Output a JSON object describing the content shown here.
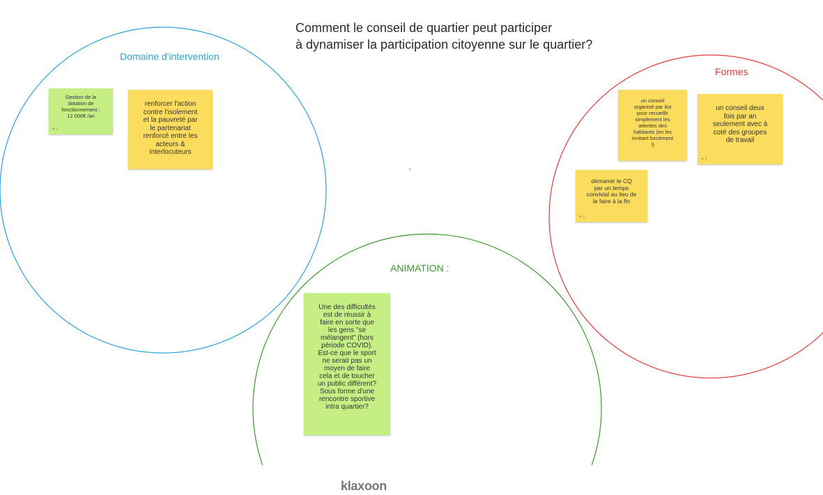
{
  "board": {
    "question_line1": "Comment le conseil de quartier peut participer",
    "question_line2": "à dynamiser la participation citoyenne sur le quartier?",
    "brand": "klaxoon"
  },
  "zones": {
    "domaine": {
      "label": "Domaine d'intervention",
      "color": "#2aa3d8"
    },
    "formes": {
      "label": "Formes",
      "color": "#e23a3a"
    },
    "animation": {
      "label": "ANIMATION :",
      "color": "#3a9a2a"
    }
  },
  "notes": {
    "dotation": {
      "text": "Gestion de la\ndotation de\nfonctionnement :\n12 000€ /an",
      "likes": "1",
      "color": "#c5ef84"
    },
    "isolement": {
      "text": "renforcer l'action\ncontre l'isolement\net la pauvreté par\nle partenariat\nrenforcé entre les\nacteurs &\ninterlocuteurs",
      "color": "#fcdc5c"
    },
    "ilot": {
      "text": "un conseil\norganisé par ilot\npour recueillir\nsimplement les\nattentes des\nhabitants (en les\ninvitant forcément\n!)",
      "color": "#fcdc5c"
    },
    "deux_fois": {
      "text": "un conseil deux\nfois par an\nseulement avec à\ncoté des groupes\nde travail",
      "likes": "1",
      "color": "#fcdc5c"
    },
    "convivial": {
      "text": "démarrer le CQ\npar un temps\nconvivial au lieu de\nle faire à la fin",
      "likes": "1",
      "color": "#fcdc5c"
    },
    "sport": {
      "text": "Une des difficultés\nest de réussir à\nfaire en sorte que\nles gens \"se\nmélangent\" (hors\npériode COVID).\nEst-ce que le sport\nne serait pas un\nmoyen de faire\ncela et de toucher\nun public différent?\nSous forme d'une\nrencontre sportive\nintra quartier?",
      "color": "#c5ef84"
    }
  }
}
